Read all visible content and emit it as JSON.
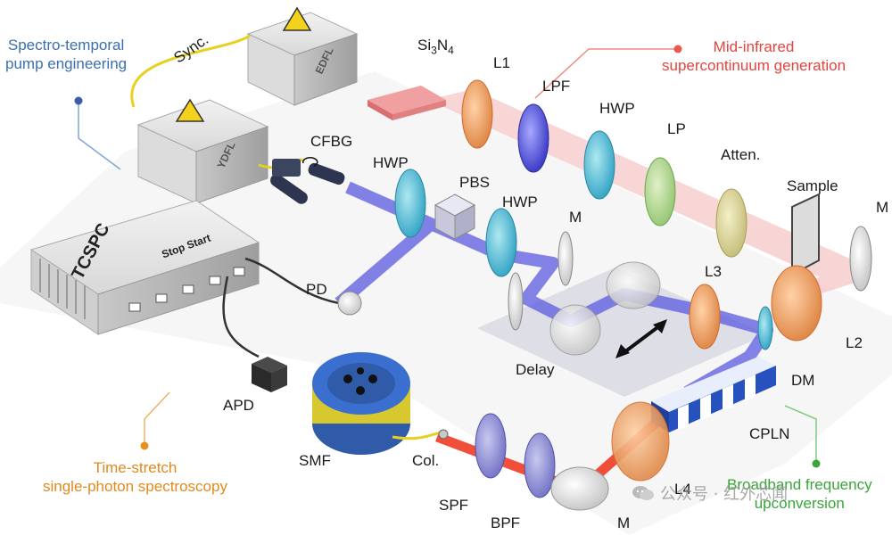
{
  "annotations": {
    "pump": {
      "line1": "Spectro-temporal",
      "line2": "pump engineering",
      "color": "#3a6fb0"
    },
    "midir": {
      "line1": "Mid-infrared",
      "line2": "supercontinuum generation",
      "color": "#e2453f"
    },
    "timestretch": {
      "line1": "Time-stretch",
      "line2": "single-photon spectroscopy",
      "color": "#e08a1e"
    },
    "upconv": {
      "line1": "Broadband frequency",
      "line2": "upconversion",
      "color": "#3aa53a"
    }
  },
  "devices": {
    "edfl": "EDFL",
    "ydfl": "YDFL",
    "tcspc": "TCSPC",
    "stop_start": "Stop Start"
  },
  "labels": {
    "sync": "Sync.",
    "si3n4_pre": "Si",
    "si3n4_sub1": "3",
    "si3n4_mid": "N",
    "si3n4_sub2": "4",
    "l1": "L1",
    "lpf": "LPF",
    "hwp_top": "HWP",
    "lp": "LP",
    "atten": "Atten.",
    "sample": "Sample",
    "m_right": "M",
    "cfbg": "CFBG",
    "hwp_left": "HWP",
    "pbs": "PBS",
    "hwp_mid": "HWP",
    "m_mid": "M",
    "pd": "PD",
    "l3": "L3",
    "l2": "L2",
    "delay": "Delay",
    "dm": "DM",
    "apd": "APD",
    "smf": "SMF",
    "col": "Col.",
    "cpln": "CPLN",
    "l4": "L4",
    "spf": "SPF",
    "bpf": "BPF",
    "m_bottom": "M"
  },
  "watermark": "公众号 · 红外芯闻"
}
